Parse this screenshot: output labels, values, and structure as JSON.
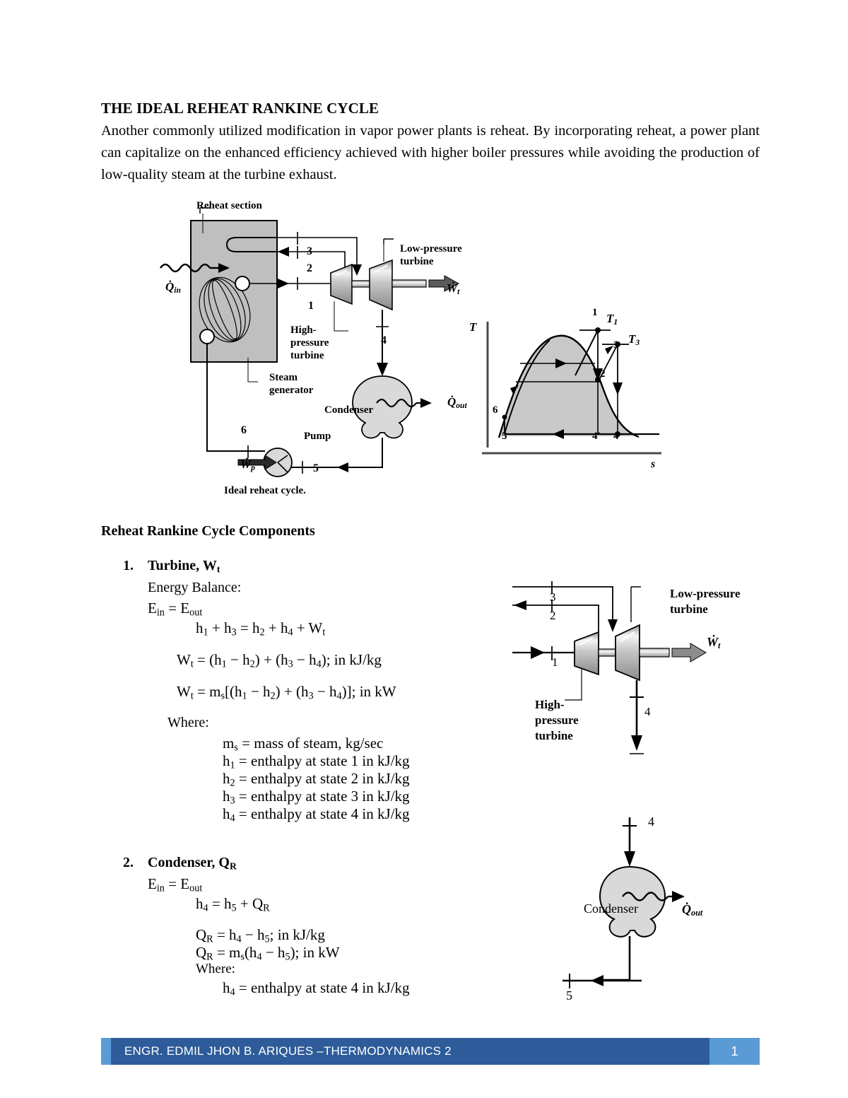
{
  "document": {
    "heading": "THE IDEAL REHEAT RANKINE CYCLE",
    "intro_paragraph": "Another commonly utilized modification in vapor power plants is reheat. By incorporating reheat, a power plant can capitalize on the enhanced efficiency achieved with higher boiler pressures while avoiding the production of low-quality steam at the turbine exhaust.",
    "section_heading": "Reheat Rankine Cycle Components"
  },
  "figure_cycle": {
    "caption": "Ideal reheat cycle.",
    "labels": {
      "reheat_section": "Reheat section",
      "low_pressure_turbine": "Low-pressure\nturbine",
      "high_pressure_turbine": "High-\npressure\nturbine",
      "steam_generator": "Steam\ngenerator",
      "condenser": "Condenser",
      "pump": "Pump",
      "q_in": "Q",
      "q_in_sub": "in",
      "q_out": "Q",
      "q_out_sub": "out",
      "w_t": "W",
      "w_t_sub": "t",
      "w_p": "W",
      "w_p_sub": "p",
      "state_1": "1",
      "state_2": "2",
      "state_3": "3",
      "state_4": "4",
      "state_5": "5",
      "state_6": "6"
    }
  },
  "figure_ts": {
    "axis_t": "T",
    "axis_s": "s",
    "points": [
      "1",
      "2",
      "3",
      "4",
      "4'",
      "5",
      "6"
    ],
    "temp_labels": [
      "T",
      "T"
    ],
    "t1_label": "T",
    "t1_sub": "1",
    "t3_label": "T",
    "t3_sub": "3"
  },
  "components": [
    {
      "number": "1.",
      "title_prefix": "Turbine, W",
      "title_sub": "t",
      "energy_balance_label": "Energy Balance:",
      "ein_eout": "Eᵢₙ = Eₒᵤₜ",
      "equations": [
        "h₁ + h₃ = h₂ + h₄ + Wₜ",
        "Wₜ = (h₁ − h₂) + (h₃ − h₄); in kJ/kg",
        "Wₜ = mₛ[(h₁ − h₂) + (h₃ − h₄)]; in kW"
      ],
      "where_label": "Where:",
      "definitions": [
        "mₛ = mass of steam, kg/sec",
        "h₁ = enthalpy at state 1 in kJ/kg",
        "h₂ = enthalpy at state 2 in kJ/kg",
        "h₃ = enthalpy at state 3 in kJ/kg",
        "h₄ = enthalpy at state 4 in kJ/kg"
      ]
    },
    {
      "number": "2.",
      "title_prefix": "Condenser, Q",
      "title_sub": "R",
      "ein_eout": "Eᵢₙ = Eₒᵤₜ",
      "equations": [
        "h₄ = h₅ + Qᴿ",
        "Qᴿ = h₄ − h₅; in kJ/kg",
        "Qᴿ = mₛ(h₄ − h₅); in kW"
      ],
      "where_label": "Where:",
      "definitions": [
        "h₄ = enthalpy at state 4 in kJ/kg"
      ]
    }
  ],
  "figure_turbine": {
    "labels": {
      "low_pressure_turbine_l1": "Low-pressure",
      "low_pressure_turbine_l2": "turbine",
      "high_pressure_turbine_l1": "High-",
      "high_pressure_turbine_l2": "pressure",
      "high_pressure_turbine_l3": "turbine",
      "state_1": "1",
      "state_2": "2",
      "state_3": "3",
      "state_4": "4",
      "w_t": "W",
      "w_t_sub": "t"
    }
  },
  "figure_condenser": {
    "labels": {
      "condenser": "Condenser",
      "state_4": "4",
      "state_5": "5",
      "q_out": "Q",
      "q_out_sub": "out"
    }
  },
  "footer": {
    "text": "ENGR. EDMIL JHON B. ARIQUES –THERMODYNAMICS 2",
    "page_number": "1"
  },
  "colors": {
    "footer_band": "#2E5C9A",
    "footer_accent": "#5B9BD5",
    "figure_fill": "#BFBFBF",
    "figure_fill_light": "#D9D9D9"
  }
}
